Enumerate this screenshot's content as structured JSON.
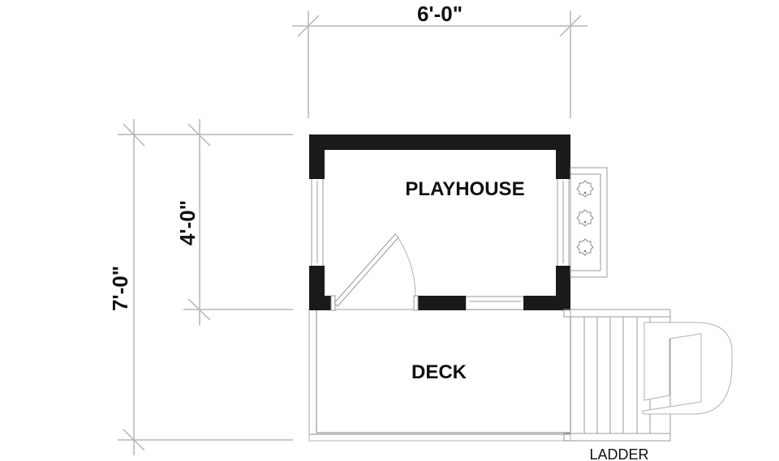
{
  "diagram": {
    "type": "floor-plan",
    "rooms": [
      {
        "name": "PLAYHOUSE"
      },
      {
        "name": "DECK"
      }
    ],
    "fixtures": [
      {
        "name": "LADDER"
      }
    ],
    "dimensions": {
      "width_top": "6'-0\"",
      "height_total": "7'-0\"",
      "height_playhouse": "4'-0\""
    },
    "planter_plants": 3,
    "colors": {
      "wall": "#1a1a1a",
      "dimension_line": "#b5b5b5",
      "outline": "#9a9a9a",
      "text": "#111111"
    }
  }
}
